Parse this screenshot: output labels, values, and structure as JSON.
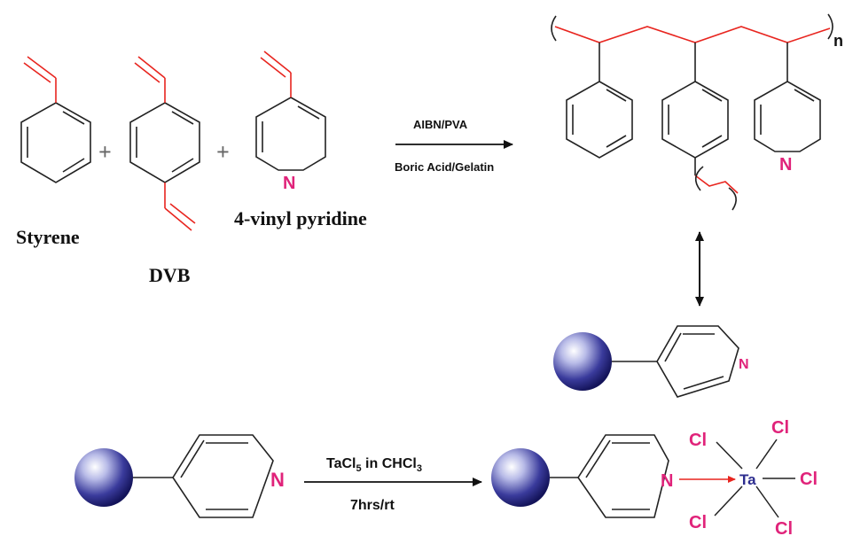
{
  "labels": {
    "styrene": "Styrene",
    "dvb": "DVB",
    "vinylpyridine": "4-vinyl pyridine",
    "plus": "+",
    "polymer_n": "n"
  },
  "reaction1": {
    "above": "AIBN/PVA",
    "below": "Boric Acid/Gelatin"
  },
  "reaction2": {
    "above_main": "TaCl",
    "above_sub": "5",
    "above_mid": " in CHCl",
    "above_sub2": "3",
    "below": "7hrs/rt"
  },
  "atoms": {
    "nitrogen": "N",
    "tantalum": "Ta",
    "chlorine": "Cl"
  },
  "colors": {
    "bond": "#222222",
    "vinyl": "#e8251f",
    "nitrogen": "#e0237a",
    "tantalum": "#2d2d8f",
    "chlorine": "#e0237a",
    "bead": "#2a2a8a",
    "coord_arrow": "#e8251f"
  }
}
